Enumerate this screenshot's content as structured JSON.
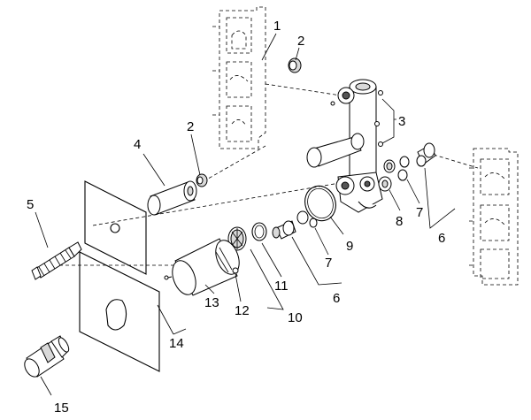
{
  "diagram": {
    "callouts": [
      {
        "id": "c1",
        "text": "1"
      },
      {
        "id": "c2a",
        "text": "2"
      },
      {
        "id": "c2b",
        "text": "2"
      },
      {
        "id": "c3",
        "text": "3"
      },
      {
        "id": "c4",
        "text": "4"
      },
      {
        "id": "c5",
        "text": "5"
      },
      {
        "id": "c6a",
        "text": "6"
      },
      {
        "id": "c6b",
        "text": "6"
      },
      {
        "id": "c7a",
        "text": "7"
      },
      {
        "id": "c7b",
        "text": "7"
      },
      {
        "id": "c8",
        "text": "8"
      },
      {
        "id": "c9",
        "text": "9"
      },
      {
        "id": "c10",
        "text": "10"
      },
      {
        "id": "c11",
        "text": "11"
      },
      {
        "id": "c12",
        "text": "12"
      },
      {
        "id": "c13",
        "text": "13"
      },
      {
        "id": "c14",
        "text": "14"
      },
      {
        "id": "c15",
        "text": "15"
      }
    ]
  }
}
